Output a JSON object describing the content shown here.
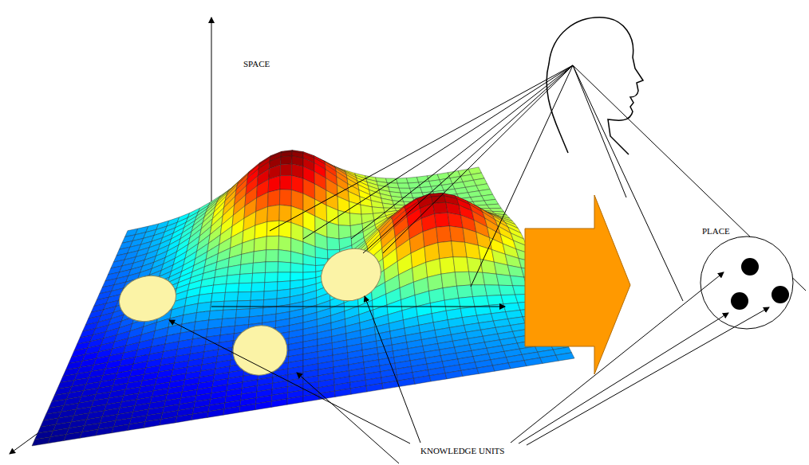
{
  "diagram": {
    "labels": [
      "SPACE",
      "PLACE",
      "KNOWLEDGE UNITS"
    ]
  }
}
